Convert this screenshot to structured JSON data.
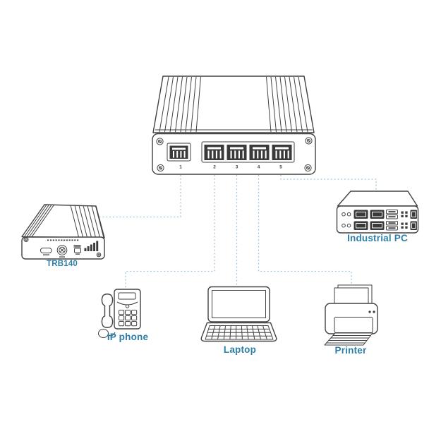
{
  "colors": {
    "label": "#2e7fa8",
    "connection_line": "#a5c6da",
    "outline": "#424242",
    "port_fill": "#3a3a3a"
  },
  "switch": {
    "port_labels": [
      "1",
      "2",
      "3",
      "4",
      "5"
    ]
  },
  "devices": {
    "trb140": {
      "label": "TRB140",
      "connected_port": "1"
    },
    "ip_phone": {
      "label": "IP phone",
      "connected_port": "2"
    },
    "laptop": {
      "label": "Laptop",
      "connected_port": "3"
    },
    "printer": {
      "label": "Printer",
      "connected_port": "4"
    },
    "industrial_pc": {
      "label": "Industrial PC",
      "connected_port": "5"
    }
  }
}
